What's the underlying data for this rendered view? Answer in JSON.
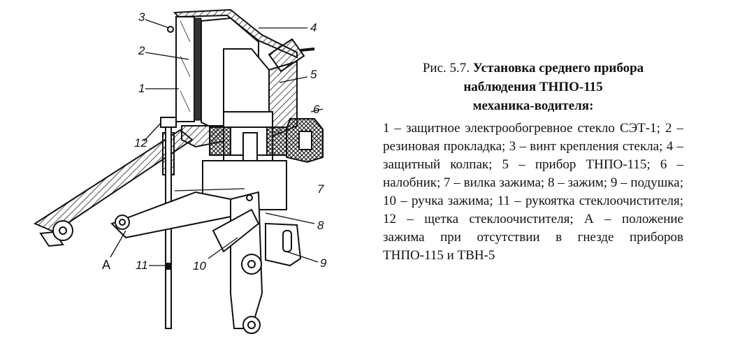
{
  "caption": {
    "prefix": "Рис. 5.7.",
    "title_line1": "Установка среднего прибора",
    "title_line2": "наблюдения ТНПО-115",
    "title_line3": "механика-водителя:",
    "body": "1 – защитное электрообогревное стекло СЭТ-1; 2 – резиновая прокладка; 3 – винт крепления стекла; 4 – защитный колпак; 5 – прибор ТНПО-115; 6 – налобник; 7 – вилка зажима; 8 – зажим; 9 – подушка; 10 – ручка зажима; 11 – рукоятка стеклоочистителя; 12 – щетка стеклоочистителя; А – положение зажима при отсутствии в гнезде приборов ТНПО-115 и ТВН-5"
  },
  "diagram": {
    "labels": [
      "1",
      "2",
      "3",
      "4",
      "5",
      "6",
      "7",
      "8",
      "9",
      "10",
      "11",
      "12",
      "A"
    ]
  }
}
